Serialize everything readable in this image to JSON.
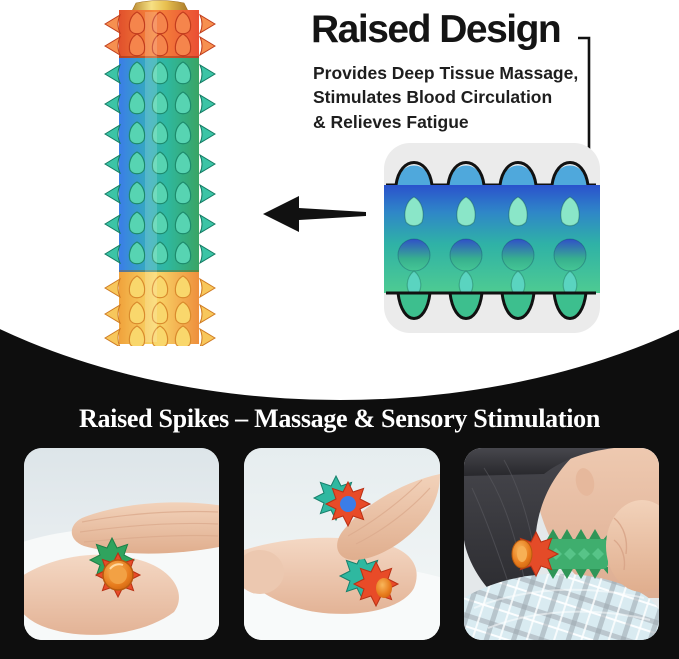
{
  "page": {
    "background_color": "#0e0e0e",
    "panel_color": "#ffffff"
  },
  "hero": {
    "title": "Raised Design",
    "subtitle_lines": [
      "Provides Deep Tissue Massage,",
      "Stimulates Blood Circulation",
      "& Relieves Fatigue"
    ],
    "product": {
      "name": "spiky massage roller",
      "segment_colors": {
        "top": [
          "#e1502c",
          "#f6883c",
          "#ea4f34"
        ],
        "middle": [
          "#3b7de8",
          "#2fb89e",
          "#3aa465"
        ],
        "bottom": [
          "#f0a23c",
          "#f9d96a",
          "#ee8f3c"
        ],
        "cap": "#e8c050"
      }
    },
    "detail_inset": {
      "box_color": "#ebebeb",
      "surface_gradient": [
        "#2a52cc",
        "#2fb2a6",
        "#4ecb92"
      ],
      "outline_color": "#111111",
      "spike_top_color": "#4fa8dc",
      "spike_bottom_color": "#3dbf8e"
    },
    "callout": {
      "line_color": "#111111",
      "dot_color": "#111111"
    },
    "arrow_color": "#111111"
  },
  "band": {
    "heading": "Raised Spikes – Massage & Sensory Stimulation",
    "text_color": "#ffffff"
  },
  "photos": [
    {
      "alt": "rolling roller between two palms"
    },
    {
      "alt": "rolling roller over wrist and forearm"
    },
    {
      "alt": "pressing roller against neck and shoulder"
    }
  ]
}
